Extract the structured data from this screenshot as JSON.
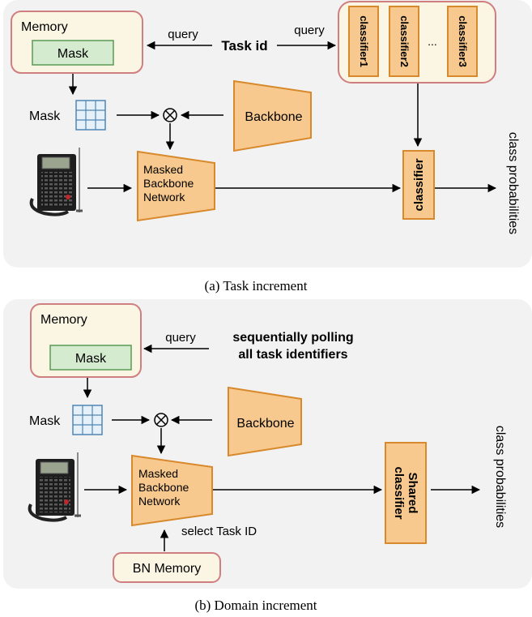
{
  "task": {
    "memory_title": "Memory",
    "mask_label": "Mask",
    "query_left": "query",
    "query_right": "query",
    "task_id": "Task id",
    "classifiers": [
      "classifier1",
      "classifier2",
      "...",
      "classifier3"
    ],
    "mask_side_label": "Mask",
    "backbone": "Backbone",
    "masked_line1": "Masked",
    "masked_line2": "Backbone",
    "masked_line3": "Network",
    "classifier": "classifier",
    "class_prob": "class probabilities",
    "caption": "(a) Task increment"
  },
  "domain": {
    "memory_title": "Memory",
    "mask_label": "Mask",
    "query": "query",
    "polling_line1": "sequentially polling",
    "polling_line2": "all task identifiers",
    "mask_side_label": "Mask",
    "backbone": "Backbone",
    "masked_line1": "Masked",
    "masked_line2": "Backbone",
    "masked_line3": "Network",
    "shared_line1": "Shared",
    "shared_line2": "classifier",
    "select_task": "select Task ID",
    "bn_memory": "BN Memory",
    "class_prob": "class probabilities",
    "caption": "(b) Domain increment"
  },
  "colors": {
    "panel_bg": "#f2f2f2",
    "memory_fill": "#fbf6e3",
    "memory_border": "#cf7f7f",
    "mask_fill": "#d5ebd0",
    "mask_border": "#5a9a55",
    "orange_fill": "#f7c98e",
    "orange_border": "#d7892c",
    "grid_line": "#4f86b5",
    "grid_fill": "#e6f0f8"
  }
}
